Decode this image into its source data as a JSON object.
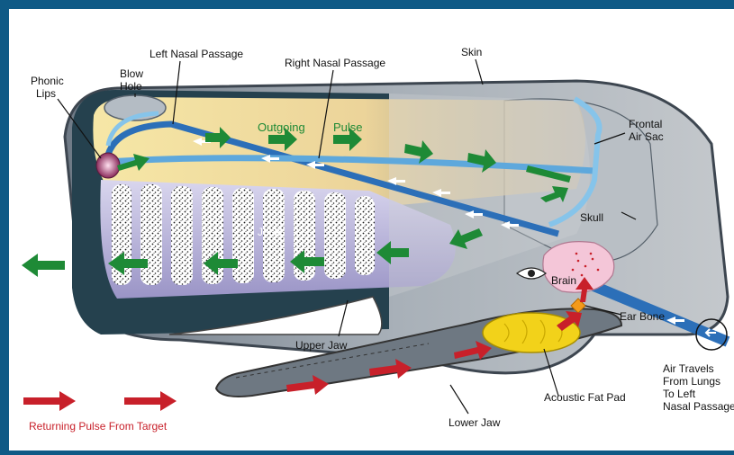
{
  "labels": {
    "phonic_lips": [
      "Phonic",
      "Lips"
    ],
    "blow_hole": [
      "Blow",
      "Hole"
    ],
    "left_nasal_passage": "Left Nasal Passage",
    "right_nasal_passage": "Right Nasal Passage",
    "skin": "Skin",
    "frontal_air_sac": [
      "Frontal",
      "Air Sac"
    ],
    "outgoing": "Outgoing",
    "pulse": "Pulse",
    "junk": "Junk",
    "skull": "Skull",
    "brain": "Brain",
    "ear_bone": "Ear Bone",
    "upper_jaw": "Upper Jaw",
    "lower_jaw": "Lower Jaw",
    "acoustic_fat_pad": "Acoustic Fat Pad",
    "air_travels": [
      "Air Travels",
      "From Lungs",
      "To Left",
      "Nasal Passage"
    ],
    "returning_pulse": "Returning Pulse From Target"
  },
  "colors": {
    "frame": "#0f5a86",
    "panel": "#ffffff",
    "outgoing_arrow": "#1e8a36",
    "returning_arrow": "#c8202a",
    "air_passage": "#2c6fb8",
    "fat_pad": "#f2d21a",
    "brain": "#f4c6d8"
  }
}
